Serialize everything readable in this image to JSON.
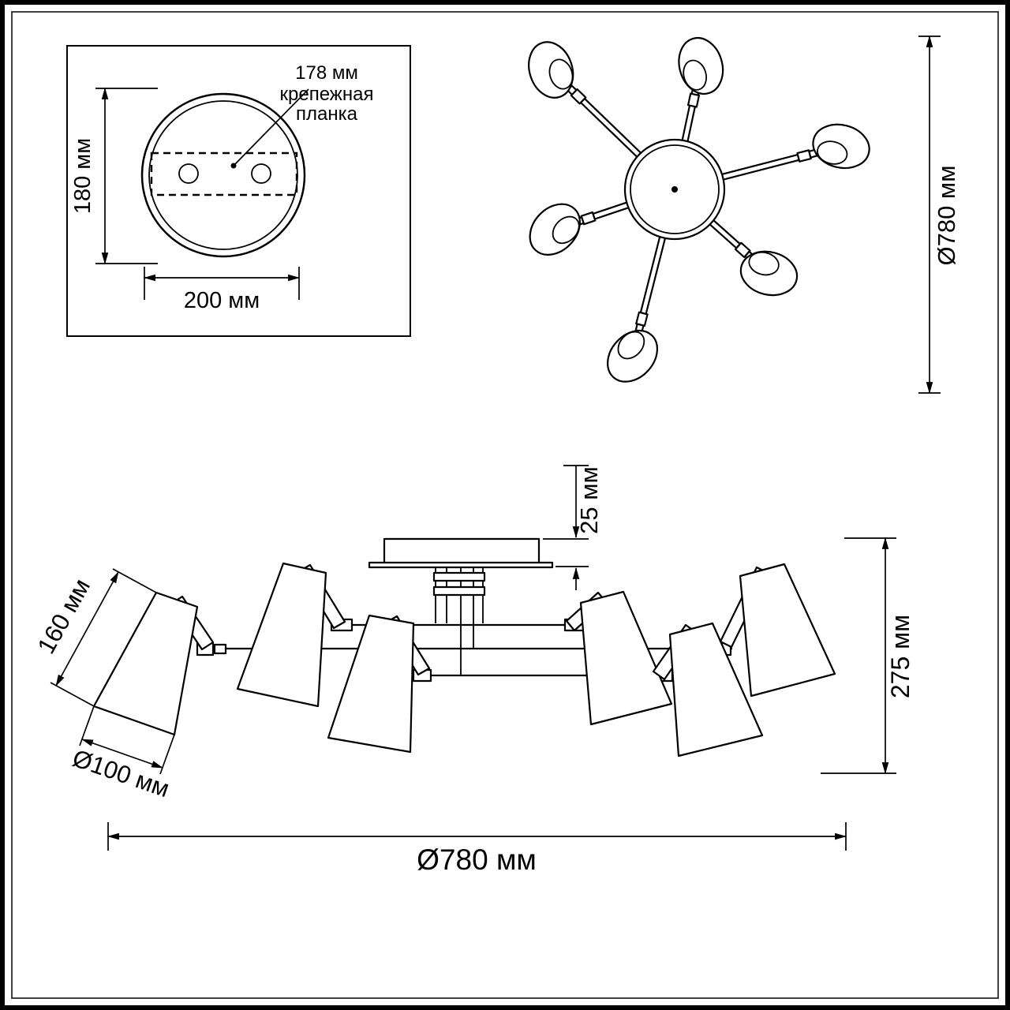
{
  "colors": {
    "line": "#000000",
    "background": "#ffffff"
  },
  "mounting_detail": {
    "dim_hole_spacing": "178 мм",
    "plate_label_line1": "крепежная",
    "plate_label_line2": "планка",
    "dim_height": "180 мм",
    "dim_width": "200 мм"
  },
  "top_view": {
    "dim_diameter": "Ø780 мм"
  },
  "side_view": {
    "dim_canopy_height": "25 мм",
    "dim_shade_height": "160 мм",
    "dim_shade_diameter": "Ø100 мм",
    "dim_total_height": "275 мм",
    "dim_total_width": "Ø780 мм"
  }
}
